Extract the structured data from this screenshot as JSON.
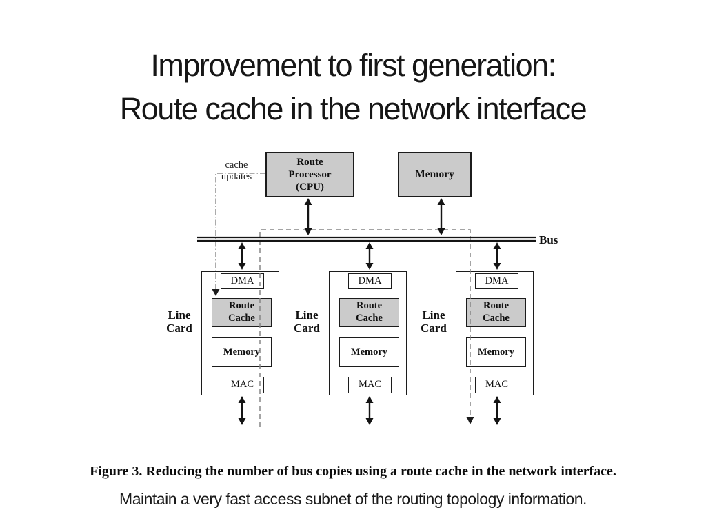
{
  "slide": {
    "title_line1": "Improvement to first generation:",
    "title_line2": "Route cache in the network interface",
    "figure_caption": "Figure 3. Reducing the number of bus copies using a route cache in the network interface.",
    "footnote": "Maintain a very fast access subnet of the routing topology information."
  },
  "diagram": {
    "cache_updates": {
      "line1": "cache",
      "line2": "updates"
    },
    "route_processor": {
      "line1": "Route",
      "line2": "Processor",
      "line3": "(CPU)"
    },
    "memory_label": "Memory",
    "bus_label": "Bus",
    "line_cards": [
      {
        "name_line1": "Line",
        "name_line2": "Card",
        "dma": "DMA",
        "route_cache_line1": "Route",
        "route_cache_line2": "Cache",
        "memory": "Memory",
        "mac": "MAC"
      },
      {
        "name_line1": "Line",
        "name_line2": "Card",
        "dma": "DMA",
        "route_cache_line1": "Route",
        "route_cache_line2": "Cache",
        "memory": "Memory",
        "mac": "MAC"
      },
      {
        "name_line1": "Line",
        "name_line2": "Card",
        "dma": "DMA",
        "route_cache_line1": "Route",
        "route_cache_line2": "Cache",
        "memory": "Memory",
        "mac": "MAC"
      }
    ],
    "colors": {
      "box_fill": "#cbcbcb",
      "outline": "#1c1c1c",
      "dashed_line": "#8a8a8a",
      "background": "#ffffff"
    }
  }
}
